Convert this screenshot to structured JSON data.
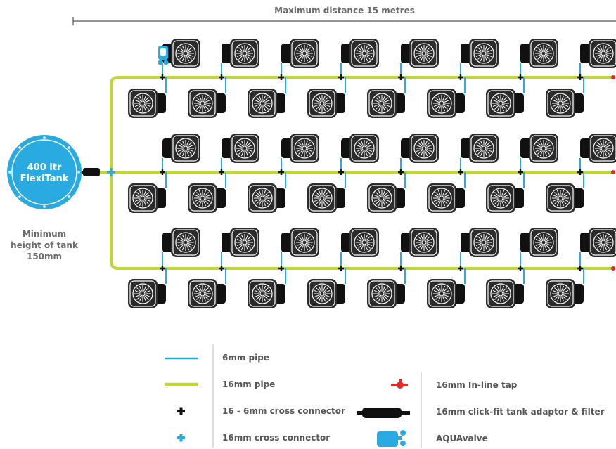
{
  "header": {
    "distance_label": "Maximum distance 15 metres"
  },
  "tank": {
    "line1": "400 ltr",
    "line2": "FlexiTank"
  },
  "min_height": {
    "line1": "Minimum",
    "line2": "height of tank",
    "line3": "150mm"
  },
  "legend": {
    "pipe_6mm": "6mm pipe",
    "pipe_16mm": "16mm pipe",
    "cross_16_6": "16 - 6mm cross connector",
    "cross_16": "16mm cross connector",
    "inline_tap": "16mm In-line tap",
    "tank_adaptor": "16mm click-fit tank adaptor & filter",
    "aquavalve": "AQUAvalve"
  },
  "colors": {
    "pipe_6mm": "#29abe2",
    "pipe_16mm": "#bfd730",
    "tap": "#e02b2b",
    "connector": "#111111",
    "tank": "#29abe2"
  }
}
